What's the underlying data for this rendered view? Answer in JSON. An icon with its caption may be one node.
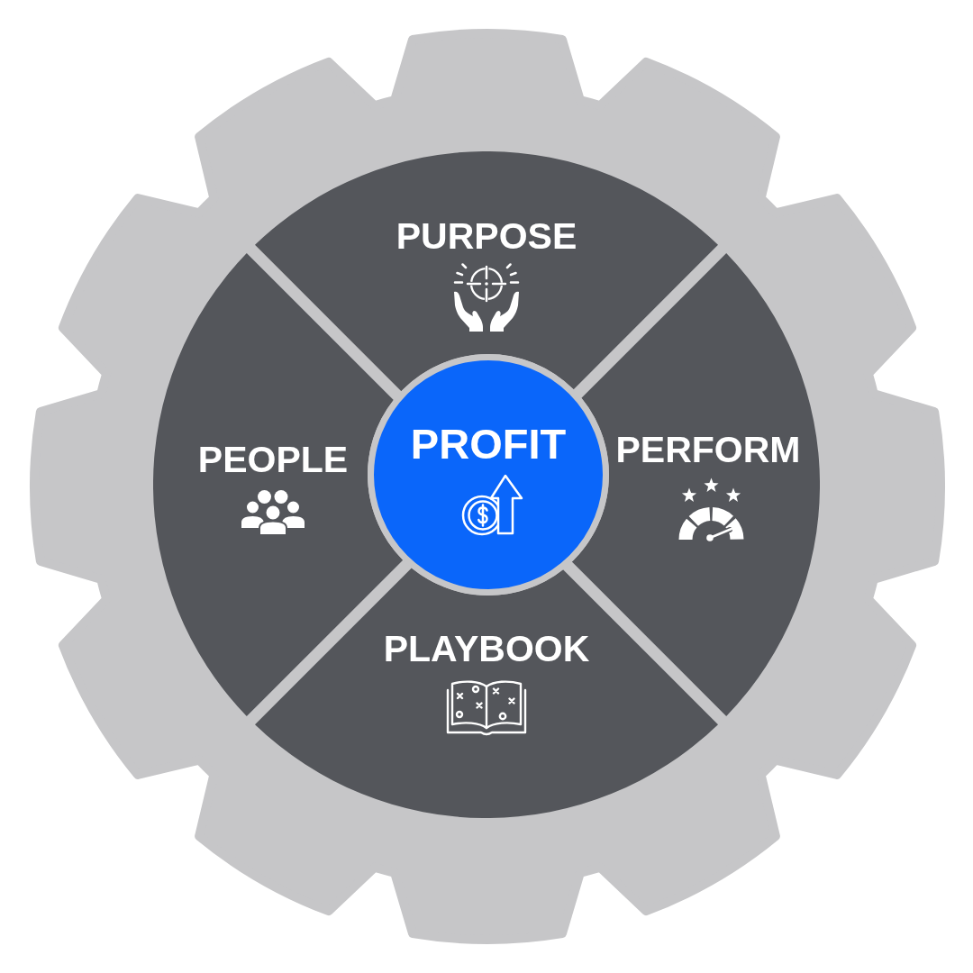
{
  "diagram": {
    "nodes": [
      {
        "text": [
          "PURPOSE"
        ]
      },
      {
        "text": [
          "PEOPLE"
        ]
      },
      {
        "text": [
          "PROFIT"
        ]
      },
      {
        "text": [
          "PERFORM"
        ]
      },
      {
        "text": [
          "PLAYBOOK"
        ]
      }
    ]
  }
}
